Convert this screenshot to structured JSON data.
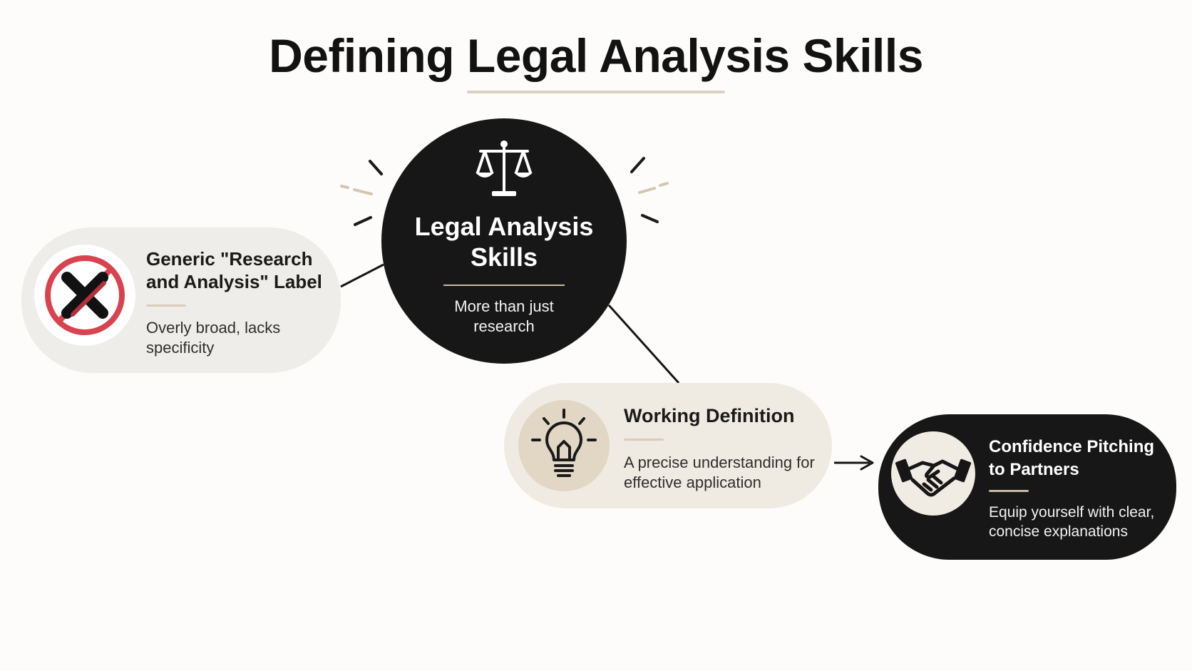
{
  "title": "Defining Legal Analysis Skills",
  "center": {
    "icon": "scales-of-justice-icon",
    "title": "Legal Analysis Skills",
    "subtitle": "More than just research"
  },
  "cards": {
    "generic": {
      "icon": "prohibited-x-icon",
      "title": "Generic \"Research and Analysis\" Label",
      "description": "Overly broad, lacks specificity"
    },
    "working": {
      "icon": "lightbulb-icon",
      "title": "Working Definition",
      "description": "A precise understanding for effective application"
    },
    "confidence": {
      "icon": "handshake-icon",
      "title": "Confidence Pitching to Partners",
      "description": "Equip yourself with clear, concise explanations"
    }
  },
  "colors": {
    "background": "#fdfcfa",
    "dark": "#171717",
    "accent_beige": "#d9ccb8",
    "prohibit_red": "#d9434f"
  }
}
